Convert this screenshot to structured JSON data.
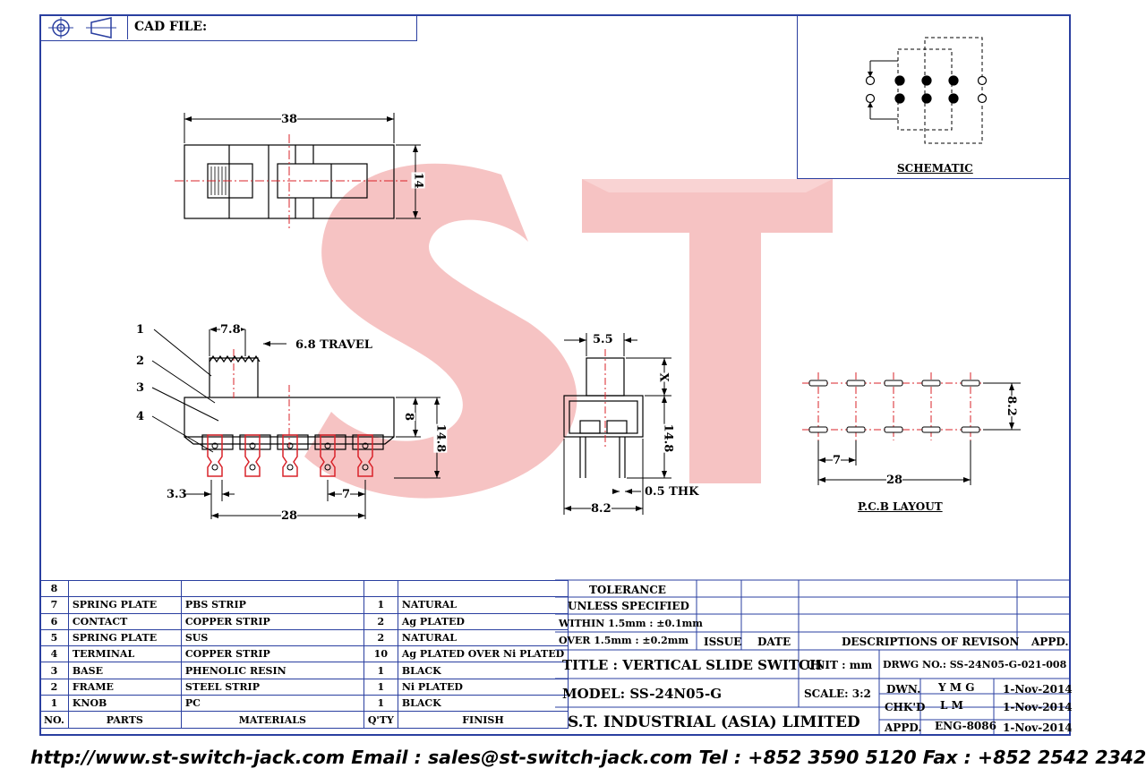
{
  "header": {
    "cad_label": "CAD FILE:"
  },
  "watermark": {
    "text": "ST",
    "color": "#f4b8b8"
  },
  "colors": {
    "frame": "#2a3fa0",
    "centerline": "#d9232a"
  },
  "schematic": {
    "label": "SCHEMATIC"
  },
  "pcb": {
    "label": "P.C.B LAYOUT",
    "dim_pitch": "7",
    "dim_span": "28",
    "dim_row": "8.2"
  },
  "top_view": {
    "dim_width": "38",
    "dim_height": "14"
  },
  "front_view": {
    "callouts": [
      "1",
      "2",
      "3",
      "4"
    ],
    "dim_knob": "7.8",
    "dim_travel": "6.8  TRAVEL",
    "dim_body": "8",
    "dim_total": "14.8",
    "dim_offset": "3.3",
    "dim_pitch": "7",
    "dim_span": "28"
  },
  "side_view": {
    "dim_knob": "5.5",
    "dim_x": "X",
    "dim_height": "14.8",
    "dim_thk": "0.5  THK",
    "dim_width": "8.2"
  },
  "bom": {
    "rows": [
      {
        "no": "8",
        "part": "",
        "material": "",
        "qty": "",
        "finish": ""
      },
      {
        "no": "7",
        "part": "SPRING PLATE",
        "material": "PBS STRIP",
        "qty": "1",
        "finish": "NATURAL"
      },
      {
        "no": "6",
        "part": "CONTACT",
        "material": "COPPER STRIP",
        "qty": "2",
        "finish": "Ag PLATED"
      },
      {
        "no": "5",
        "part": "SPRING PLATE",
        "material": "SUS",
        "qty": "2",
        "finish": "NATURAL"
      },
      {
        "no": "4",
        "part": "TERMINAL",
        "material": "COPPER STRIP",
        "qty": "10",
        "finish": "Ag PLATED OVER Ni PLATED"
      },
      {
        "no": "3",
        "part": "BASE",
        "material": "PHENOLIC RESIN",
        "qty": "1",
        "finish": "BLACK"
      },
      {
        "no": "2",
        "part": "FRAME",
        "material": "STEEL STRIP",
        "qty": "1",
        "finish": "Ni PLATED"
      },
      {
        "no": "1",
        "part": "KNOB",
        "material": "PC",
        "qty": "1",
        "finish": "BLACK"
      }
    ],
    "headers": {
      "no": "NO.",
      "part": "PARTS",
      "material": "MATERIALS",
      "qty": "Q'TY",
      "finish": "FINISH"
    }
  },
  "tolerance": {
    "title": "TOLERANCE",
    "subtitle": "UNLESS  SPECIFIED",
    "line1": "WITHIN  1.5mm : ±0.1mm",
    "line2": "OVER   1.5mm : ±0.2mm"
  },
  "revision": {
    "issue": "ISSUE",
    "date": "DATE",
    "desc": "DESCRIPTIONS  OF  REVISON",
    "appd": "APPD."
  },
  "title_block": {
    "title": "TITLE : VERTICAL  SLIDE  SWITCH",
    "unit": "UNIT :   mm",
    "drwg": "DRWG  NO.:  SS-24N05-G-021-008",
    "model": "MODEL: SS-24N05-G",
    "scale": "SCALE:  3:2",
    "dwn_label": "DWN.",
    "dwn": "Y M G",
    "dwn_date": "1-Nov-2014",
    "chkd_label": "CHK'D",
    "chkd": "L M",
    "chkd_date": "1-Nov-2014",
    "appd_label": "APPD.",
    "appd": "ENG-8086",
    "appd_date": "1-Nov-2014",
    "company": "S.T.  INDUSTRIAL  (ASIA)  LIMITED"
  },
  "footer": {
    "text": "http://www.st-switch-jack.com  Email : sales@st-switch-jack.com  Tel : +852 3590 5120  Fax : +852 2542 2342"
  }
}
